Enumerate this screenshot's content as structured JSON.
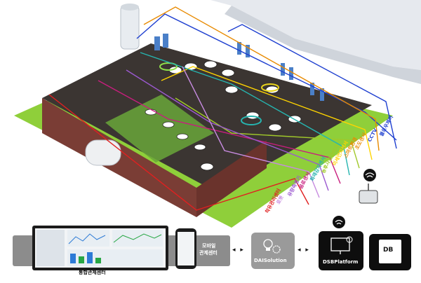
{
  "sensor_labels": [
    {
      "text": "블로우제어",
      "color": "#1e3fd0"
    },
    {
      "text": "CCTV",
      "color": "#1e3fd0"
    },
    {
      "text": "조도센서",
      "color": "#e88a00"
    },
    {
      "text": "스마트환경",
      "color": "#e88a00"
    },
    {
      "text": "미세먼지센서",
      "color": "#ffd400"
    },
    {
      "text": "농후사료급이기",
      "color": "#a0c82a"
    },
    {
      "text": "화재감지센서",
      "color": "#26b5b0"
    },
    {
      "text": "음료센서",
      "color": "#c81e7e"
    },
    {
      "text": "유량측정기",
      "color": "#9b59d0"
    },
    {
      "text": "로봇",
      "color": "#c78be0"
    },
    {
      "text": "착유관리센터",
      "color": "#e02020"
    }
  ],
  "bottom": {
    "control_center": "통합관제센터",
    "mobile_line1": "모바일",
    "mobile_line2": "관제센터",
    "dai_solution": "DAISolution",
    "dsb_platform": "DSBPlatform",
    "db": "DB",
    "arrow": "◂ ▸"
  },
  "colors": {
    "floor": "#3b3532",
    "wall": "#7a3d35",
    "grass": "#8fcf3a",
    "roof": "#e6e9ee",
    "bottom_bar": "#8c8c8c"
  }
}
